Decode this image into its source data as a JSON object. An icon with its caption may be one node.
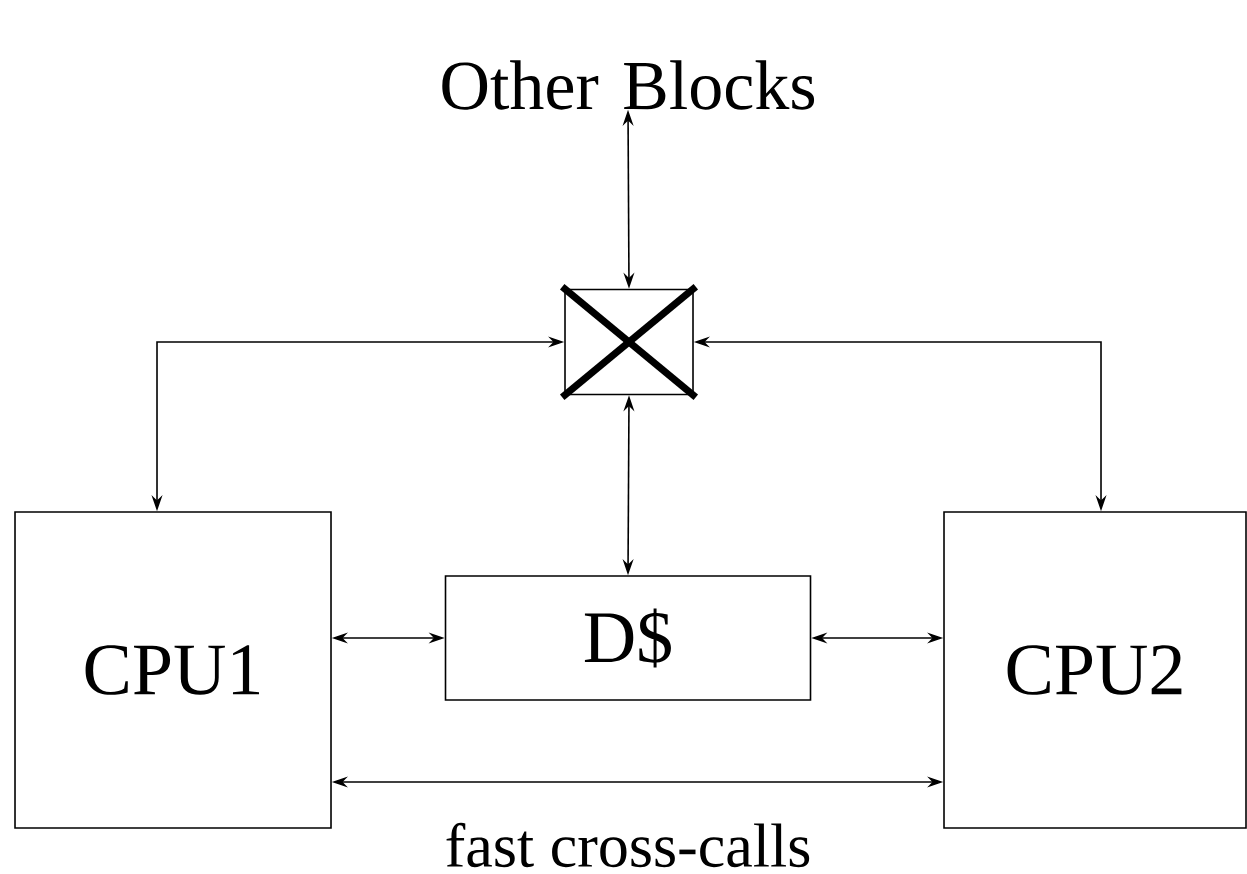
{
  "diagram": {
    "nodes": [
      {
        "text": [
          "Other Blocks"
        ]
      },
      {
        "text": [],
        "shape": "box"
      },
      {
        "text": [
          "CPU1"
        ]
      },
      {
        "text": [
          "D$"
        ]
      },
      {
        "text": [
          "CPU2"
        ]
      }
    ],
    "edges": [
      {
        "from": 0,
        "to": 1,
        "arrow": "both"
      },
      {
        "from": 1,
        "to": 2,
        "arrow": "both"
      },
      {
        "from": 1,
        "to": 4,
        "arrow": "both"
      },
      {
        "from": 1,
        "to": 3,
        "arrow": "both"
      },
      {
        "from": 2,
        "to": 3,
        "arrow": "both"
      },
      {
        "from": 3,
        "to": 4,
        "arrow": "both"
      },
      {
        "from": 2,
        "to": 4,
        "arrow": "both",
        "label": "fast cross-calls"
      }
    ]
  }
}
